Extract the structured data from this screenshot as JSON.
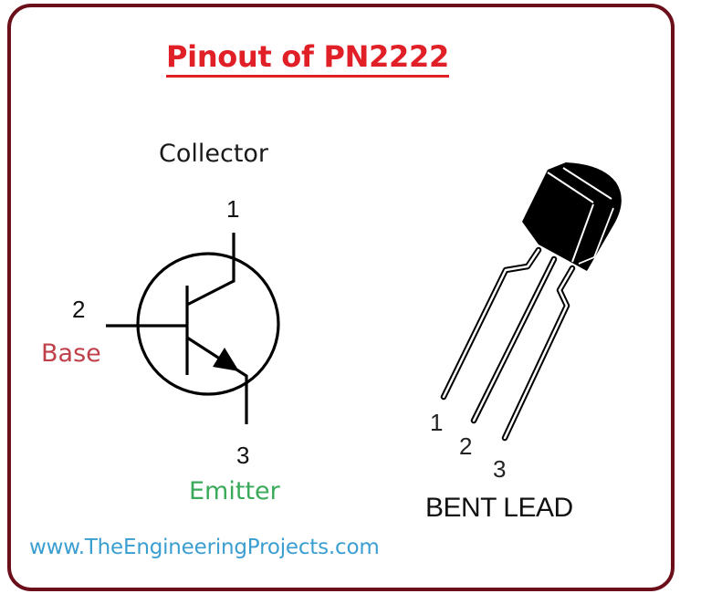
{
  "title": "Pinout of PN2222",
  "schematic": {
    "symbol": "npn-transistor",
    "pins": [
      {
        "number": "1",
        "name": "Collector"
      },
      {
        "number": "2",
        "name": "Base"
      },
      {
        "number": "3",
        "name": "Emitter"
      }
    ]
  },
  "package": {
    "type": "TO-92",
    "lead_numbers": [
      "1",
      "2",
      "3"
    ],
    "caption": "BENT LEAD"
  },
  "website": "www.TheEngineeringProjects.com",
  "colors": {
    "border": "#6b0f1a",
    "title": "#e01f26",
    "base_label": "#c0404a",
    "emitter_label": "#3aaa5a",
    "collector_label": "#1a1a1a",
    "website": "#3a9ed0"
  }
}
